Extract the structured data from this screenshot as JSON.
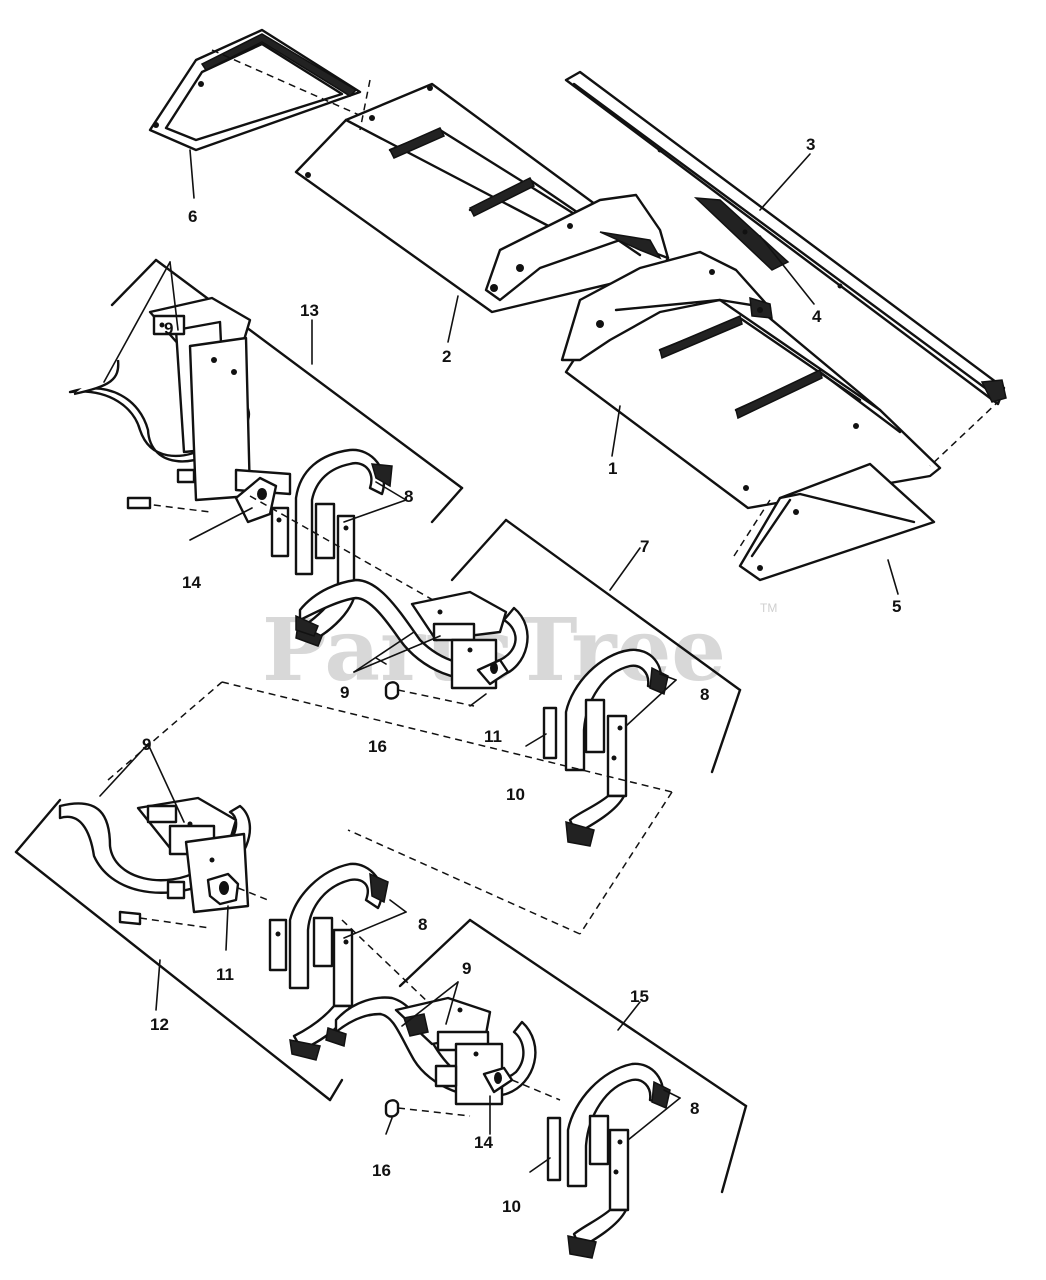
{
  "watermark": {
    "text": "PartsTree",
    "trademark": "TM"
  },
  "callouts": {
    "c1": "1",
    "c2": "2",
    "c3": "3",
    "c4": "4",
    "c5": "5",
    "c6": "6",
    "c7": "7",
    "c8a": "8",
    "c8b": "8",
    "c8c": "8",
    "c8d": "8",
    "c9a": "9",
    "c9b": "9",
    "c9c": "9",
    "c9d": "9",
    "c10a": "10",
    "c10b": "10",
    "c11a": "11",
    "c11b": "11",
    "c12": "12",
    "c13": "13",
    "c14a": "14",
    "c14b": "14",
    "c15": "15",
    "c16a": "16",
    "c16b": "16"
  }
}
